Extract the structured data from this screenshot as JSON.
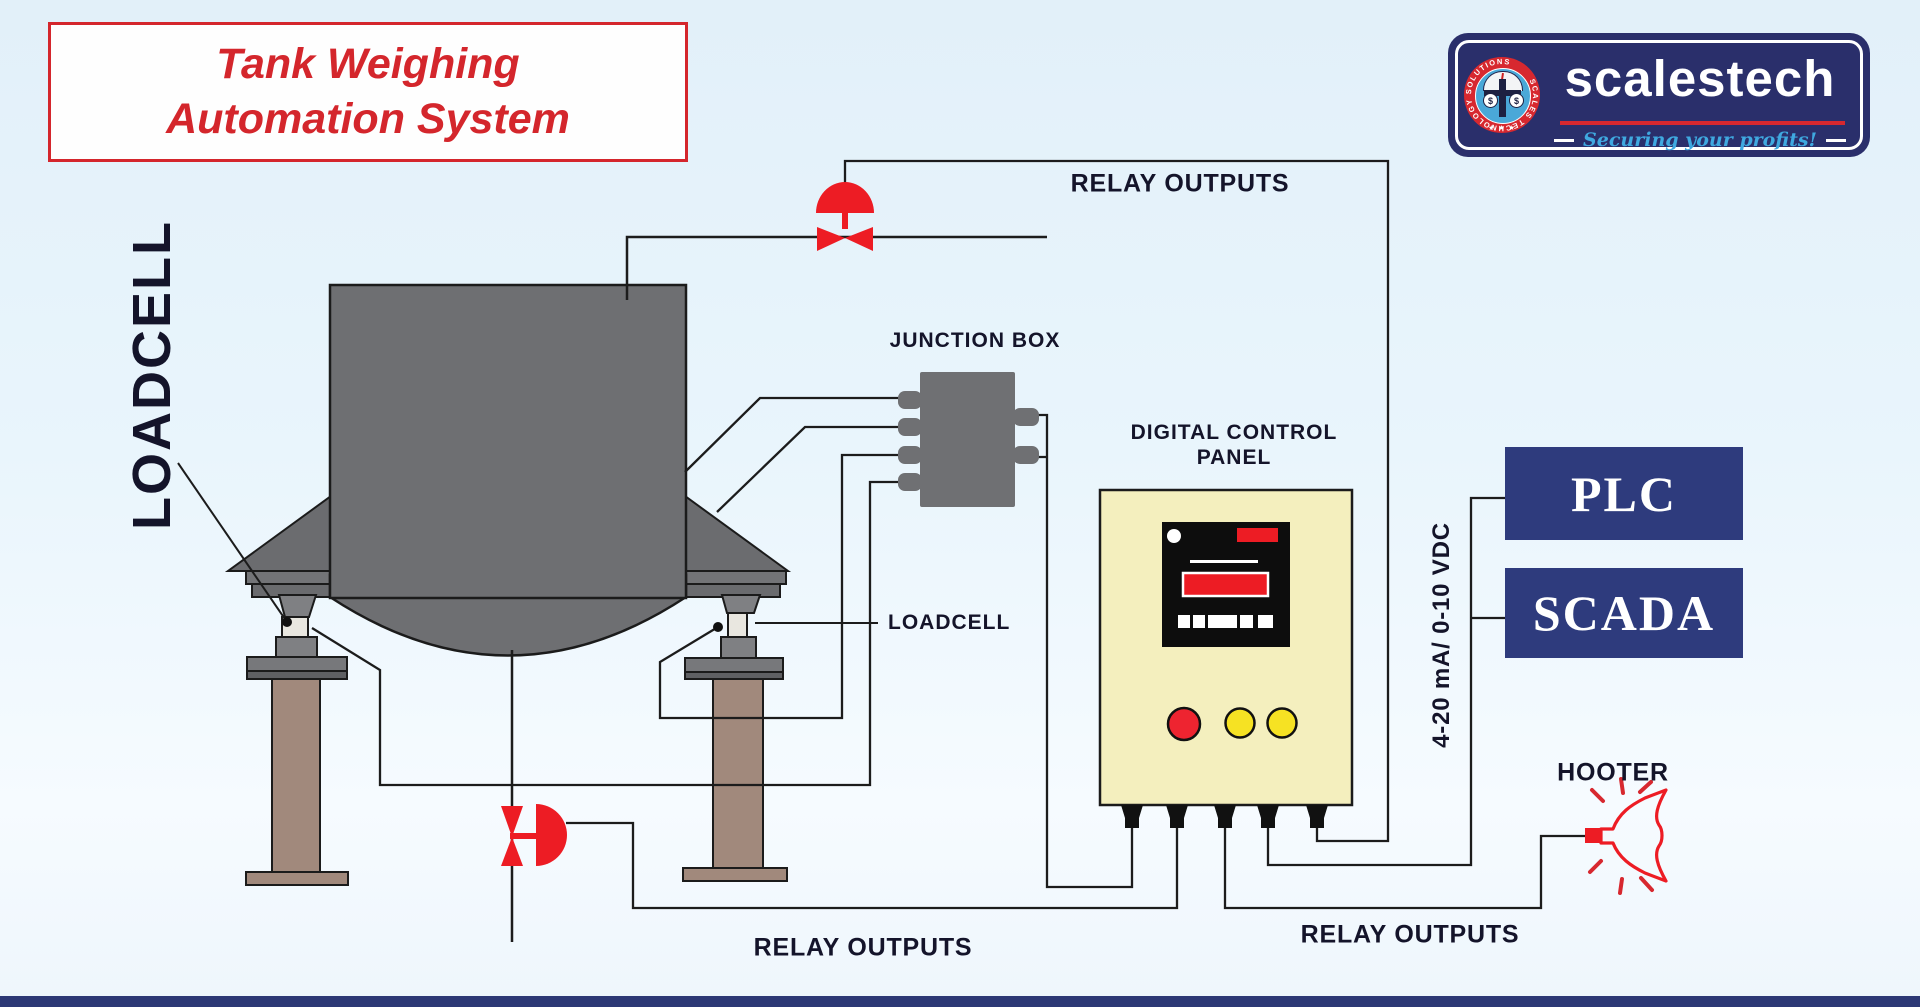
{
  "title": {
    "text": "Tank Weighing Automation System"
  },
  "logo": {
    "brand": "scalestech",
    "tagline": "Securing your profits!",
    "ring_text": "SCALES TECHNOLOGY SOLUTIONS",
    "stars": "★ ★ ★",
    "coin_left": "$",
    "coin_right": "$"
  },
  "labels": {
    "loadcell_vertical": "LOADCELL",
    "loadcell_pointer": "LOADCELL",
    "junction_box": "JUNCTION BOX",
    "digital_control_line1": "DIGITAL CONTROL",
    "digital_control_line2": "PANEL",
    "relay_outputs_top": "RELAY OUTPUTS",
    "relay_outputs_bottom_center": "RELAY OUTPUTS",
    "relay_outputs_bottom_right": "RELAY OUTPUTS",
    "signal_range": "4-20 mA/ 0-10 VDC",
    "plc": "PLC",
    "scada": "SCADA",
    "hooter": "HOOTER"
  },
  "colors": {
    "background": "#e9f5fc",
    "title_red": "#d4262c",
    "valve_red": "#ed1c24",
    "navy_box": "#2e3b7d",
    "logo_navy": "#2a2f6b",
    "bottom_bar_navy": "#2c3875",
    "tank_gray": "#6e6f72",
    "leg_brown": "#a1897c",
    "panel_cream": "#f4efbe",
    "wire_black": "#1c1c1c",
    "button_red": "#ee2430",
    "button_yellow": "#f6e223",
    "tagline_blue": "#3fa9e0",
    "label_dark": "#14142a"
  }
}
